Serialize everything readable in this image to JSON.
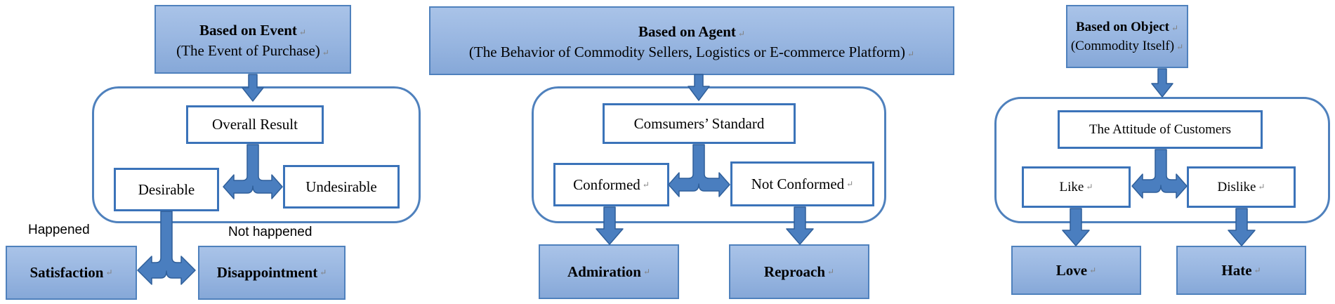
{
  "event": {
    "title": "Based on Event",
    "subtitle": "(The Event of Purchase)",
    "overall": "Overall Result",
    "left_branch": "Desirable",
    "right_branch": "Undesirable",
    "cond_left": "Happened",
    "cond_right": "Not happened",
    "out_left": "Satisfaction",
    "out_right": "Disappointment"
  },
  "agent": {
    "title": "Based on Agent",
    "subtitle": "(The Behavior of Commodity Sellers, Logistics or E-commerce Platform)",
    "standard": "Comsumers’ Standard",
    "left_branch": "Conformed",
    "right_branch": "Not Conformed",
    "out_left": "Admiration",
    "out_right": "Reproach"
  },
  "object": {
    "title": "Based on Object",
    "subtitle": "(Commodity Itself)",
    "attitude": "The Attitude of Customers",
    "left_branch": "Like",
    "right_branch": "Dislike",
    "out_left": "Love",
    "out_right": "Hate"
  },
  "colors": {
    "arrow_fill": "#4a7ebf",
    "arrow_stroke": "#2f5f9a",
    "box_border": "#4f81bd"
  }
}
